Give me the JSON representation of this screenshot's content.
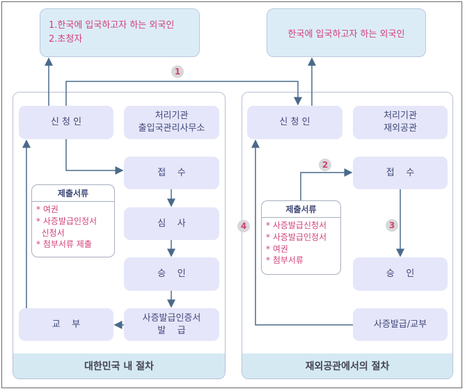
{
  "top_left": {
    "line1": "1.한국에 입국하고자 하는 외국인",
    "line2": "2.초청자"
  },
  "top_right": {
    "text": "한국에 입국하고자 하는 외국인"
  },
  "left": {
    "applicant": "신 청 인",
    "agency": "처리기관\n출입국관리사무소",
    "receive": "접    수",
    "review": "심    사",
    "approve": "승    인",
    "issue": "사증발급인증서\n발    급",
    "deliver": "교    부",
    "docs": {
      "title": "제출서류",
      "items": [
        "* 여권",
        "* 사증발급인정서\n  신청서",
        "* 첨부서류 제출"
      ]
    },
    "footer": "대한민국 내 절차"
  },
  "right": {
    "applicant": "신 청 인",
    "agency": "처리기관\n재외공관",
    "receive": "접    수",
    "approve": "승    인",
    "issue": "사증발급/교부",
    "docs": {
      "title": "제출서류",
      "items": [
        "* 사증발급신청서",
        "* 사증발급인정서",
        "* 여권",
        "* 첨부서류"
      ]
    },
    "footer": "재외공관에서의 절차"
  },
  "steps": [
    "1",
    "2",
    "3",
    "4"
  ],
  "colors": {
    "line": "#4a6a8a",
    "accent": "#d0407a"
  }
}
